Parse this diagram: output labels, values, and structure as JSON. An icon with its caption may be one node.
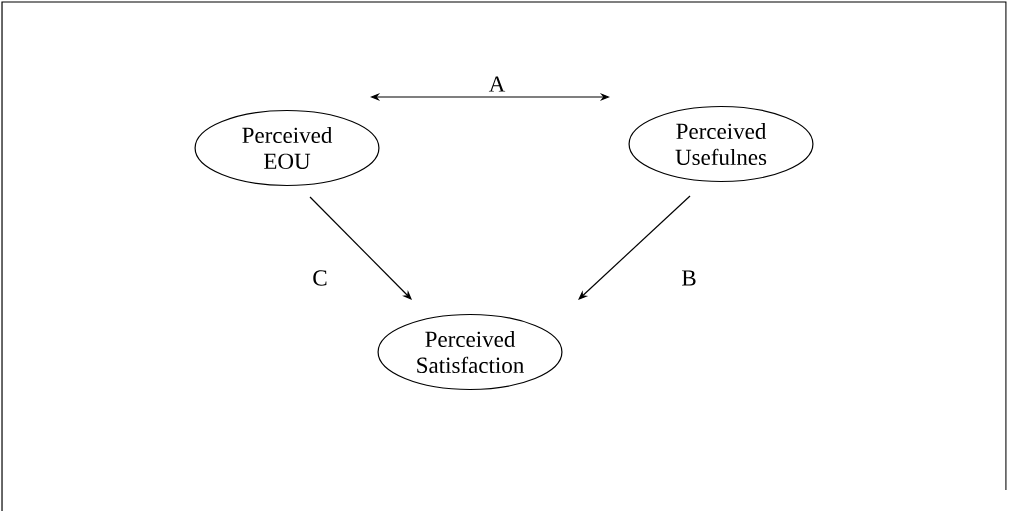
{
  "diagram": {
    "nodes": [
      {
        "text": [
          "Perceived EOU"
        ]
      },
      {
        "text": [
          "Perceived Usefulnes"
        ]
      },
      {
        "text": [
          "Perceived Satisfaction"
        ]
      }
    ],
    "edges": [
      {
        "from": 0,
        "to": 1,
        "arrow": "both",
        "label": "A"
      },
      {
        "from": 1,
        "to": 2,
        "arrow": "to",
        "label": "B"
      },
      {
        "from": 0,
        "to": 2,
        "arrow": "to",
        "label": "C"
      }
    ]
  }
}
